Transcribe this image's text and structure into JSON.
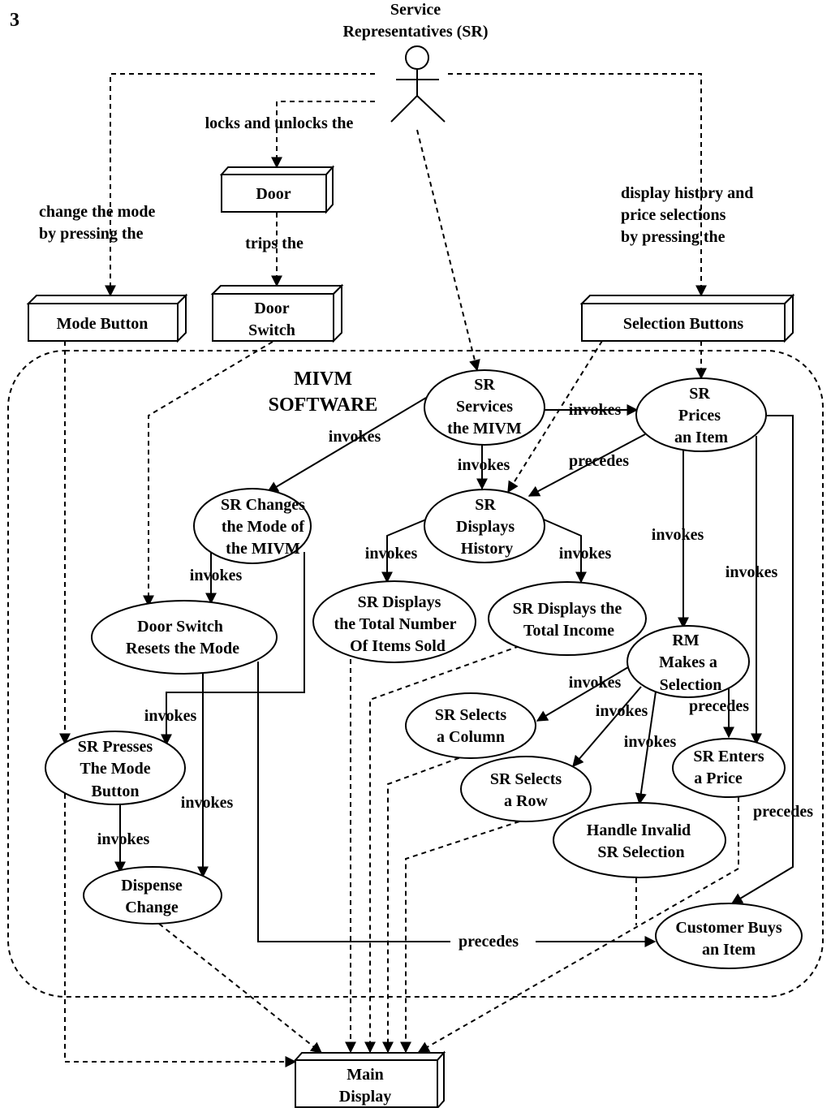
{
  "page_number": "3",
  "actor": {
    "line1": "Service",
    "line2": "Representatives (SR)"
  },
  "boundary_label": {
    "line1": "MIVM",
    "line2": "SOFTWARE"
  },
  "boxes": {
    "door": {
      "line1": "Door"
    },
    "door_switch": {
      "line1": "Door",
      "line2": "Switch"
    },
    "mode_button": {
      "line1": "Mode Button"
    },
    "selection_buttons": {
      "line1": "Selection Buttons"
    },
    "main_display": {
      "line1": "Main",
      "line2": "Display"
    }
  },
  "ellipses": {
    "sr_services": {
      "line1": "SR",
      "line2": "Services",
      "line3": "the MIVM"
    },
    "sr_prices": {
      "line1": "SR",
      "line2": "Prices",
      "line3": "an Item"
    },
    "sr_changes_mode": {
      "line1": "SR Changes",
      "line2": "the Mode of",
      "line3": "the MIVM"
    },
    "sr_displays_history": {
      "line1": "SR",
      "line2": "Displays",
      "line3": "History"
    },
    "door_switch_resets": {
      "line1": "Door Switch",
      "line2": "Resets the Mode"
    },
    "sr_total_items": {
      "line1": "SR Displays",
      "line2": "the Total Number",
      "line3": "Of Items Sold"
    },
    "sr_total_income": {
      "line1": "SR Displays the",
      "line2": "Total Income"
    },
    "rm_makes_selection": {
      "line1": "RM",
      "line2": "Makes a",
      "line3": "Selection"
    },
    "sr_selects_column": {
      "line1": "SR Selects",
      "line2": "a Column"
    },
    "sr_presses_mode": {
      "line1": "SR Presses",
      "line2": "The Mode",
      "line3": "Button"
    },
    "sr_selects_row": {
      "line1": "SR Selects",
      "line2": "a Row"
    },
    "sr_enters_price": {
      "line1": "SR Enters",
      "line2": "a Price"
    },
    "handle_invalid": {
      "line1": "Handle Invalid",
      "line2": "SR Selection"
    },
    "dispense_change": {
      "line1": "Dispense",
      "line2": "Change"
    },
    "customer_buys": {
      "line1": "Customer Buys",
      "line2": "an Item"
    }
  },
  "edge_labels": {
    "locks_unlocks": "locks and unlocks the",
    "change_mode_1": "change the mode",
    "change_mode_2": "by pressing the",
    "trips": "trips the",
    "display_history_1": "display history and",
    "display_history_2": "price selections",
    "display_history_3": "by pressing the",
    "invokes": "invokes",
    "precedes": "precedes"
  }
}
